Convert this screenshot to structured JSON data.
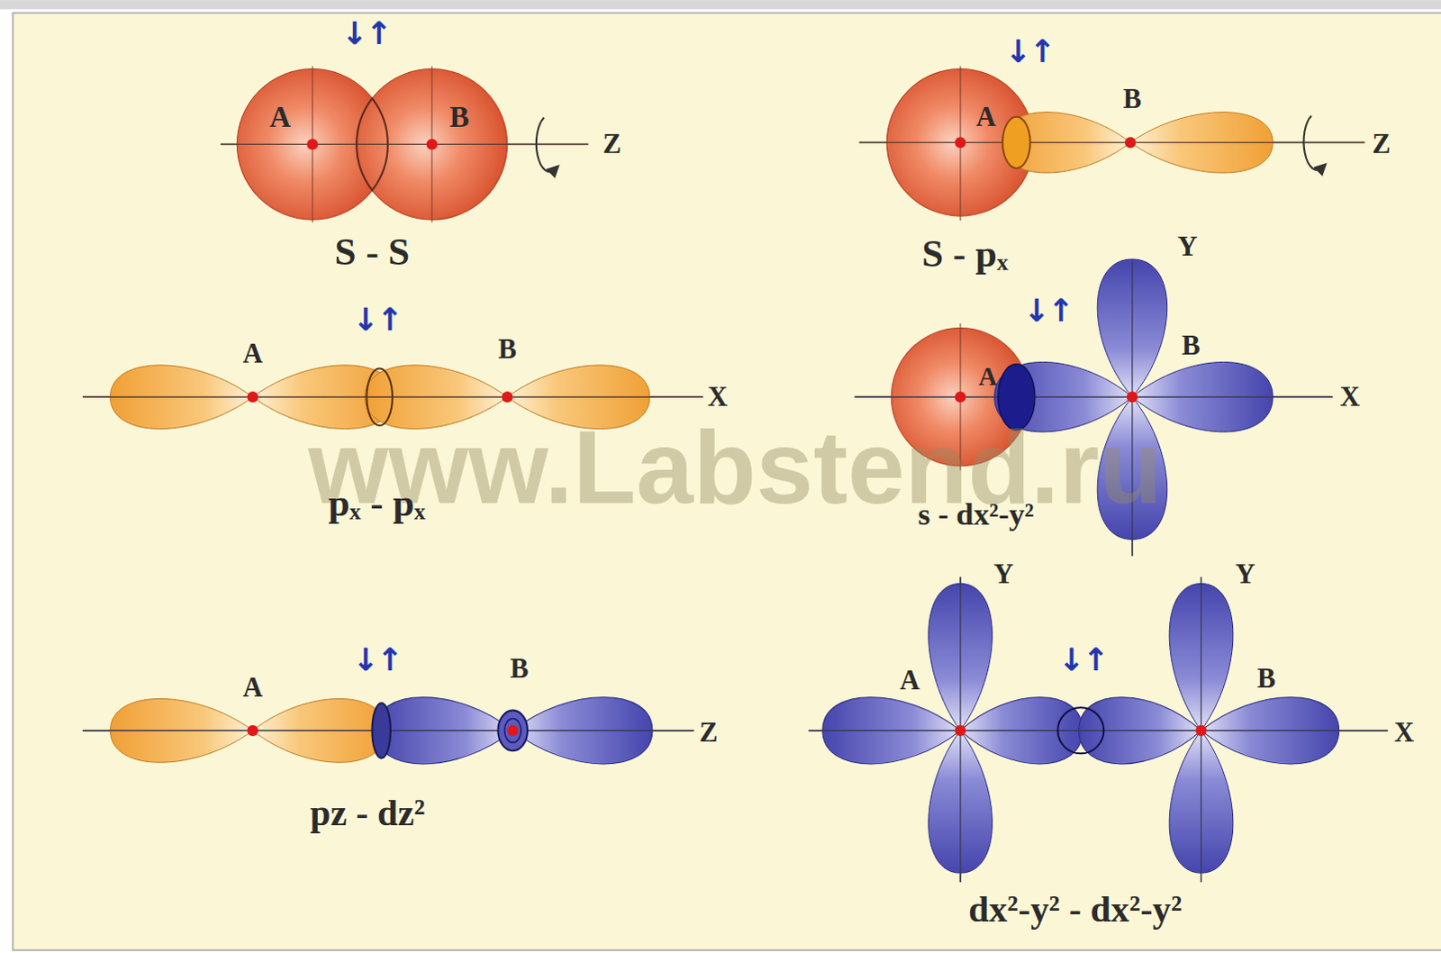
{
  "diagram": {
    "labels": [
      "↓↑",
      "A",
      "B",
      "Z",
      "S - S",
      "↓↑",
      "A",
      "B",
      "Z",
      "S - pₓ",
      "Y",
      "↓↑",
      "A",
      "B",
      "X",
      "pₓ - pₓ",
      "↓↑",
      "A",
      "B",
      "X",
      "s - dx²-y²",
      "www.Labstend.ru",
      "Y",
      "Y",
      "↓↑",
      "A",
      "B",
      "Z",
      "↓↑",
      "A",
      "B",
      "X",
      "pz - dz²",
      "dx²-y² - dx²-y²"
    ]
  }
}
